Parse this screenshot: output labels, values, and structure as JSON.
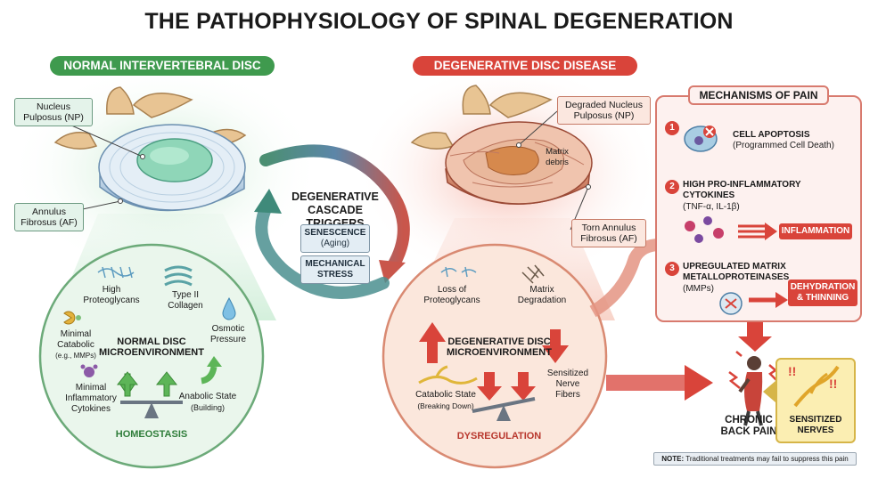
{
  "title": "THE PATHOPHYSIOLOGY OF SPINAL DEGENERATION",
  "normal": {
    "heading": "NORMAL INTERVERTEBRAL DISC",
    "np_label": "Nucleus Pulposus (NP)",
    "af_label": "Annulus Fibrosus (AF)",
    "env": {
      "proteoglycans": "High Proteoglycans",
      "collagen": "Type II Collagen",
      "catabolic": "Minimal Catabolic",
      "catabolic_sub": "(e.g., MMPs)",
      "osmotic": "Osmotic Pressure",
      "center_line1": "NORMAL DISC",
      "center_line2": "MICROENVIRONMENT",
      "cytokines": "Minimal Inflammatory Cytokines",
      "anabolic": "Anabolic State",
      "anabolic_sub": "(Building)",
      "footer": "HOMEOSTASIS"
    }
  },
  "cascade": {
    "title_line1": "DEGENERATIVE",
    "title_line2": "CASCADE TRIGGERS",
    "trigger1_line1": "SENESCENCE",
    "trigger1_line2": "(Aging)",
    "trigger2_line1": "MECHANICAL",
    "trigger2_line2": "STRESS"
  },
  "degenerative": {
    "heading": "DEGENERATIVE DISC DISEASE",
    "np_label": "Degraded Nucleus Pulposus (NP)",
    "matrix_label": "Matrix debris",
    "af_label": "Torn Annulus Fibrosus (AF)",
    "env": {
      "loss": "Loss of Proteoglycans",
      "matrix": "Matrix Degradation",
      "center_line1": "DEGENERATIVE DISC",
      "center_line2": "MICROENVIRONMENT",
      "sensitized": "Sensitized Nerve Fibers",
      "catabolic": "Catabolic State",
      "catabolic_sub": "(Breaking Down)",
      "footer": "DYSREGULATION"
    }
  },
  "mechanisms": {
    "title": "MECHANISMS OF PAIN",
    "items": [
      {
        "num": "1",
        "title": "CELL APOPTOSIS",
        "sub": "(Programmed Cell Death)"
      },
      {
        "num": "2",
        "title_line1": "HIGH PRO-INFLAMMATORY",
        "title_line2": "CYTOKINES",
        "sub": "(TNF-α, IL-1β)",
        "result": "INFLAMMATION"
      },
      {
        "num": "3",
        "title_line1": "UPREGULATED MATRIX",
        "title_line2": "METALLOPROTEINASES",
        "sub": "(MMPs)",
        "result_line1": "DEHYDRATION",
        "result_line2": "& THINNING"
      }
    ]
  },
  "outcome": {
    "pain_line1": "CHRONIC",
    "pain_line2": "BACK PAIN",
    "nerves_line1": "SENSITIZED",
    "nerves_line2": "NERVES",
    "note_bold": "NOTE:",
    "note_text": "Traditional treatments may fail to suppress this pain"
  },
  "colors": {
    "green": "#3f9a4e",
    "red": "#d9443a",
    "blue": "#4d7fa6",
    "panel": "#fdf1ef"
  }
}
